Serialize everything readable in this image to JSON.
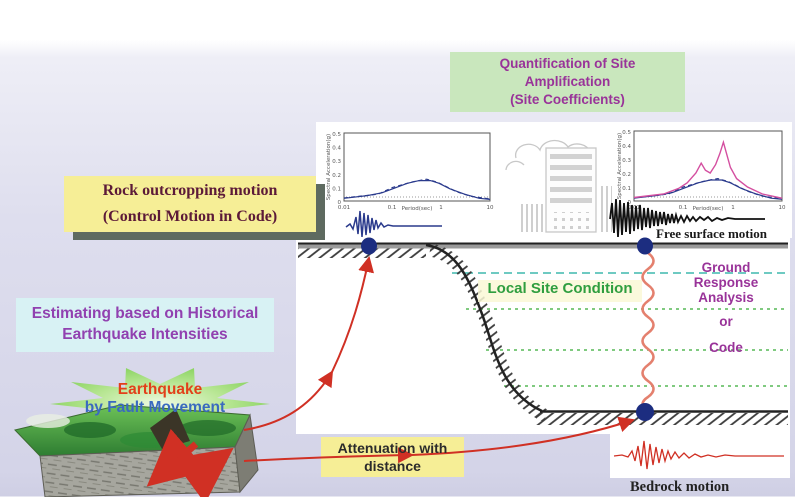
{
  "boxes": {
    "quantification": {
      "lines": [
        "Quantification of Site",
        "Amplification",
        "(Site Coefficients)"
      ]
    },
    "rock_outcropping": {
      "lines": [
        "Rock outcropping motion",
        "(Control Motion in Code)"
      ]
    },
    "estimating": {
      "lines": [
        "Estimating based on Historical",
        "Earthquake Intensities"
      ]
    },
    "attenuation": {
      "lines": [
        "Attenuation with",
        "distance"
      ]
    }
  },
  "labels": {
    "local_site_condition": "Local Site Condition",
    "ground_response": [
      "Ground",
      "Response",
      "Analysis",
      "or",
      "Code"
    ],
    "free_surface_motion": "Free surface motion",
    "bedrock_motion": "Bedrock motion",
    "earthquake_line1": "Earthquake",
    "earthquake_line2": "by Fault Movement"
  },
  "chart_data": [
    {
      "type": "line",
      "position": "upper-left-rock-outcrop-spectrum",
      "xlabel": "Period(sec)",
      "ylabel": "Spectral Acceleration(g)",
      "x_scale": "log",
      "xlim": [
        0.01,
        10
      ],
      "ylim": [
        0,
        0.5
      ],
      "x_ticks": [
        "0.01",
        "0.1",
        "1",
        "10"
      ],
      "y_ticks": [
        "0.5",
        "0.4",
        "0.3",
        "0.2",
        "0.1",
        "0"
      ],
      "grid": false,
      "legend": "none",
      "series": [
        {
          "name": "rock-outcrop-spectrum-a",
          "color": "#2a3a8c",
          "style": "solid",
          "points": [
            [
              0.01,
              0.02
            ],
            [
              0.03,
              0.04
            ],
            [
              0.06,
              0.06
            ],
            [
              0.1,
              0.09
            ],
            [
              0.2,
              0.13
            ],
            [
              0.35,
              0.15
            ],
            [
              0.6,
              0.15
            ],
            [
              0.9,
              0.13
            ],
            [
              1.5,
              0.09
            ],
            [
              3,
              0.05
            ],
            [
              6,
              0.02
            ],
            [
              10,
              0.012
            ]
          ]
        },
        {
          "name": "rock-outcrop-spectrum-b",
          "color": "#2a3a8c",
          "style": "dashed",
          "points": [
            [
              0.01,
              0.022
            ],
            [
              0.05,
              0.05
            ],
            [
              0.1,
              0.1
            ],
            [
              0.25,
              0.14
            ],
            [
              0.5,
              0.16
            ],
            [
              0.8,
              0.14
            ],
            [
              1.2,
              0.11
            ],
            [
              2,
              0.07
            ],
            [
              4,
              0.035
            ],
            [
              10,
              0.015
            ]
          ]
        }
      ]
    },
    {
      "type": "line",
      "position": "upper-right-free-surface-spectrum",
      "xlabel": "Period(sec)",
      "ylabel": "Spectral Acceleration(g)",
      "x_scale": "log",
      "xlim": [
        0.01,
        10
      ],
      "ylim": [
        0,
        0.5
      ],
      "x_ticks": [
        "0.01",
        "0.1",
        "1",
        "10"
      ],
      "y_ticks": [
        "0.5",
        "0.4",
        "0.3",
        "0.2",
        "0.1",
        "0"
      ],
      "grid": false,
      "legend": "none",
      "series": [
        {
          "name": "input-rock-spectrum-a",
          "color": "#2a3a8c",
          "style": "solid",
          "points": [
            [
              0.01,
              0.02
            ],
            [
              0.03,
              0.04
            ],
            [
              0.06,
              0.06
            ],
            [
              0.1,
              0.09
            ],
            [
              0.2,
              0.13
            ],
            [
              0.35,
              0.15
            ],
            [
              0.6,
              0.15
            ],
            [
              0.9,
              0.13
            ],
            [
              1.5,
              0.09
            ],
            [
              3,
              0.05
            ],
            [
              6,
              0.02
            ],
            [
              10,
              0.012
            ]
          ]
        },
        {
          "name": "input-rock-spectrum-b",
          "color": "#2a3a8c",
          "style": "dashed",
          "points": [
            [
              0.01,
              0.022
            ],
            [
              0.05,
              0.05
            ],
            [
              0.1,
              0.1
            ],
            [
              0.25,
              0.14
            ],
            [
              0.5,
              0.16
            ],
            [
              0.8,
              0.14
            ],
            [
              1.2,
              0.11
            ],
            [
              2,
              0.07
            ],
            [
              4,
              0.035
            ],
            [
              10,
              0.015
            ]
          ]
        },
        {
          "name": "amplified-surface-spectrum",
          "color": "#d44fa0",
          "style": "solid",
          "points": [
            [
              0.01,
              0.025
            ],
            [
              0.04,
              0.05
            ],
            [
              0.08,
              0.09
            ],
            [
              0.12,
              0.13
            ],
            [
              0.18,
              0.2
            ],
            [
              0.23,
              0.27
            ],
            [
              0.28,
              0.22
            ],
            [
              0.35,
              0.2
            ],
            [
              0.45,
              0.26
            ],
            [
              0.55,
              0.34
            ],
            [
              0.65,
              0.42
            ],
            [
              0.75,
              0.34
            ],
            [
              0.9,
              0.24
            ],
            [
              1.2,
              0.16
            ],
            [
              2,
              0.1
            ],
            [
              4,
              0.05
            ],
            [
              10,
              0.02
            ]
          ]
        }
      ]
    }
  ],
  "colors": {
    "background_top": "#ffffff",
    "background_lavender": "#dcdcec",
    "box_green": "#c9e7bd",
    "box_yellow": "#f6ee96",
    "box_cyan": "#d8f2f4",
    "purple_text": "#993399",
    "maroon_text": "#5c1a38",
    "green_text": "#2f9e3f",
    "cyan_box_text_purple": "#9141b0",
    "red_arrow": "#d03024",
    "blue_text": "#3a6abf",
    "orange_red_text": "#e2401a",
    "navy_dot": "#1c2d80",
    "coil_salmon": "#e4806e",
    "pink_curve": "#d44fa0",
    "hatch_gray": "#3a3a3a",
    "building_gray": "#c8c8c8",
    "starburst_green": "#8fd567"
  }
}
